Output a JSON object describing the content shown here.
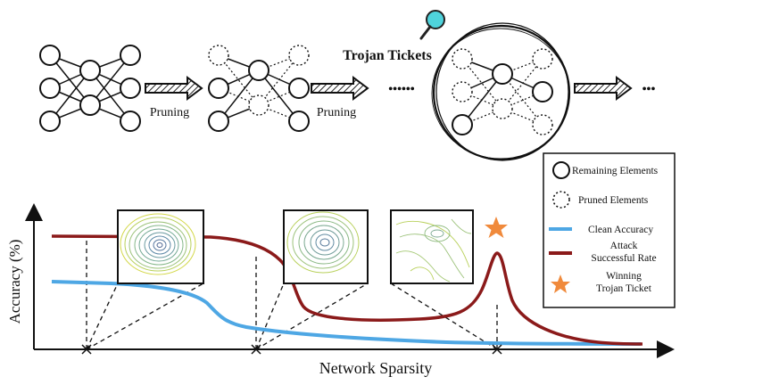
{
  "pipeline": {
    "prune_label_1": "Pruning",
    "prune_label_2": "Pruning",
    "ellipsis_1": "••••••",
    "ellipsis_2": "•••",
    "trojan_tickets_title": "Trojan Tickets"
  },
  "legend": {
    "remaining": "Remaining Elements",
    "pruned": "Pruned Elements",
    "clean_accuracy": "Clean Accuracy",
    "attack_line1": "Attack",
    "attack_line2": "Successful Rate",
    "winning_line1": "Winning",
    "winning_line2": "Trojan Ticket"
  },
  "plot": {
    "ylabel": "Accuracy (%)",
    "xlabel": "Network Sparsity"
  },
  "colors": {
    "clean_accuracy": "#4ea7e4",
    "attack_rate": "#8b1a1a",
    "winning_star": "#f08a3c",
    "magnifier": "#4fd3dc",
    "landscape": "#9cc27a"
  },
  "icons": {
    "magnifier": "magnifier-icon",
    "star": "star-icon",
    "arrow": "hatched-arrow-icon"
  }
}
